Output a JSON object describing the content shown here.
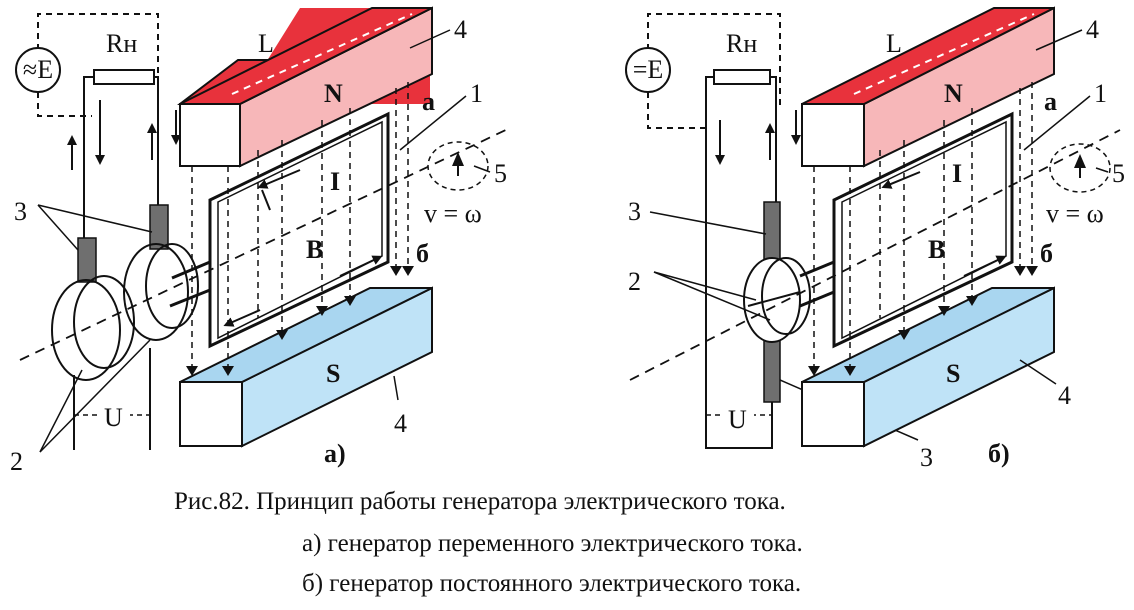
{
  "caption": {
    "title": "Рис.82. Принцип работы генератора электрического тока.",
    "line_a": "а) генератор переменного электрического тока.",
    "line_b": "б) генератор постоянного электрического тока."
  },
  "panel_a": {
    "source": "≈E",
    "resistor": "Rн",
    "length": "L",
    "north": "N",
    "south": "S",
    "current": "I",
    "field": "B",
    "point_a": "а",
    "point_b": "б",
    "speed": "v = ω",
    "voltage": "U",
    "panel_label": "а)",
    "n1": "1",
    "n2": "2",
    "n3": "3",
    "n4_top": "4",
    "n4_bottom": "4",
    "n5": "5"
  },
  "panel_b": {
    "source": "=E",
    "resistor": "Rн",
    "length": "L",
    "north": "N",
    "south": "S",
    "current": "I",
    "field": "B",
    "point_a": "а",
    "point_b": "б",
    "speed": "v = ω",
    "voltage": "U",
    "panel_label": "б)",
    "n1": "1",
    "n2": "2",
    "n3_top": "3",
    "n3_bottom": "3",
    "n4_top": "4",
    "n4_bottom": "4",
    "n5": "5"
  },
  "colors": {
    "north_front": "#f7b7b9",
    "north_top": "#e8323c",
    "south_front": "#bfe3f7",
    "south_top": "#a9d6f0",
    "brush": "#6f6f6f"
  }
}
